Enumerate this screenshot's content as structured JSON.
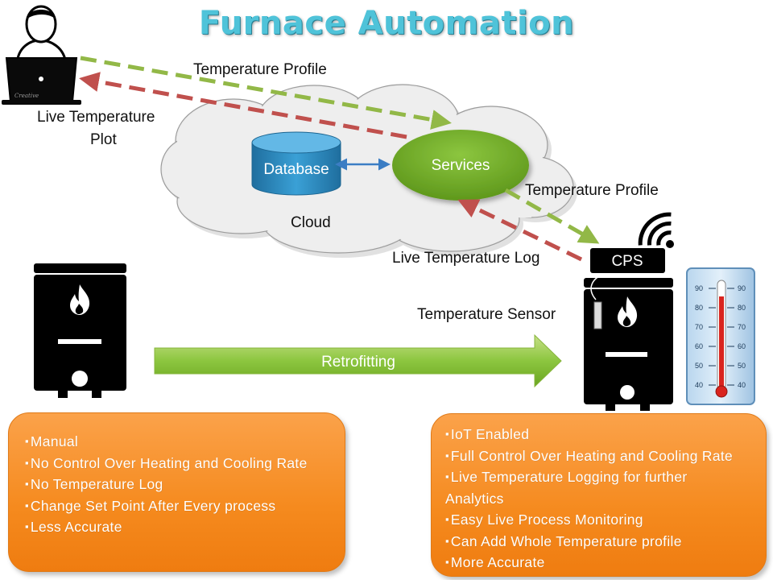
{
  "title": "Furnace Automation",
  "labels": {
    "temp_profile_top": "Temperature Profile",
    "live_plot_line1": "Live Temperature",
    "live_plot_line2": "Plot",
    "database": "Database",
    "services": "Services",
    "cloud": "Cloud",
    "temp_profile_right": "Temperature Profile",
    "live_log": "Live Temperature Log",
    "cps": "CPS",
    "sensor": "Temperature Sensor",
    "retrofitting": "Retrofitting",
    "laptop_brand": "Creative"
  },
  "thermometer": {
    "scale_left": [
      "90",
      "80",
      "70",
      "60",
      "50",
      "40"
    ],
    "scale_right": [
      "90",
      "80",
      "70",
      "60",
      "50",
      "40"
    ]
  },
  "before_features": [
    "Manual",
    "No Control Over Heating and Cooling Rate",
    "No Temperature Log",
    "Change Set Point After Every process",
    "Less Accurate"
  ],
  "after_features": [
    "IoT Enabled",
    "Full Control Over Heating and Cooling Rate",
    "Live Temperature  Logging for further",
    "Analytics",
    "Easy Live Process Monitoring",
    "Can Add Whole Temperature profile",
    "More Accurate"
  ],
  "colors": {
    "title": "#4fc3d9",
    "profile_arrow": "#92b847",
    "log_arrow": "#c0504d",
    "database": "#2e8fc5",
    "services": "#6aa521",
    "box_fill": "#f58a1e"
  },
  "icons": {
    "user": "user-at-laptop-icon",
    "wifi": "wifi-signal-icon",
    "flame": "flame-icon",
    "thermometer": "thermometer-icon"
  }
}
